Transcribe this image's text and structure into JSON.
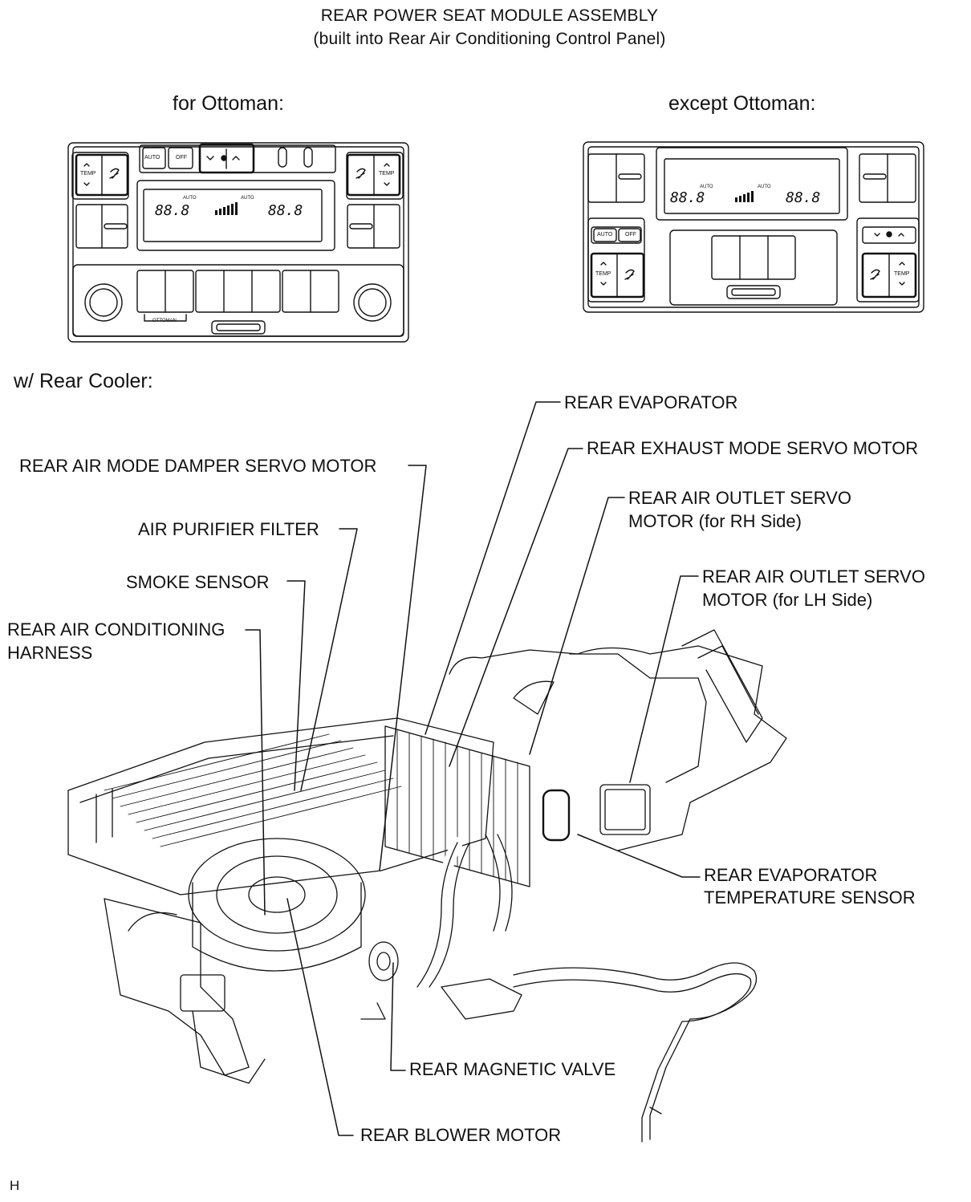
{
  "header": {
    "title": "REAR POWER SEAT MODULE ASSEMBLY",
    "subtitle": "(built into Rear Air Conditioning Control Panel)"
  },
  "panels": {
    "left_caption": "for Ottoman:",
    "right_caption": "except Ottoman:",
    "buttons": {
      "auto": "AUTO",
      "off": "OFF",
      "temp": "TEMP",
      "ottoman": "OTTOMAN",
      "auto_small": "AUTO"
    },
    "display": {
      "left_temp": "88.8",
      "right_temp": "88.8"
    }
  },
  "diagram": {
    "section_title": "w/ Rear Cooler:",
    "labels": {
      "rear_evaporator": "REAR EVAPORATOR",
      "rear_exhaust_mode_servo": "REAR EXHAUST MODE SERVO MOTOR",
      "rear_air_mode_damper_servo": "REAR AIR MODE DAMPER SERVO MOTOR",
      "rear_air_outlet_servo_rh_1": "REAR AIR OUTLET SERVO",
      "rear_air_outlet_servo_rh_2": "MOTOR (for RH Side)",
      "air_purifier_filter": "AIR PURIFIER FILTER",
      "smoke_sensor": "SMOKE SENSOR",
      "rear_air_outlet_servo_lh_1": "REAR AIR OUTLET SERVO",
      "rear_air_outlet_servo_lh_2": "MOTOR (for LH Side)",
      "rear_ac_harness_1": "REAR AIR CONDITIONING",
      "rear_ac_harness_2": "HARNESS",
      "rear_evap_temp_sensor_1": "REAR EVAPORATOR",
      "rear_evap_temp_sensor_2": "TEMPERATURE SENSOR",
      "rear_magnetic_valve": "REAR MAGNETIC VALVE",
      "rear_blower_motor": "REAR BLOWER MOTOR"
    }
  },
  "footer": {
    "code": "H"
  }
}
